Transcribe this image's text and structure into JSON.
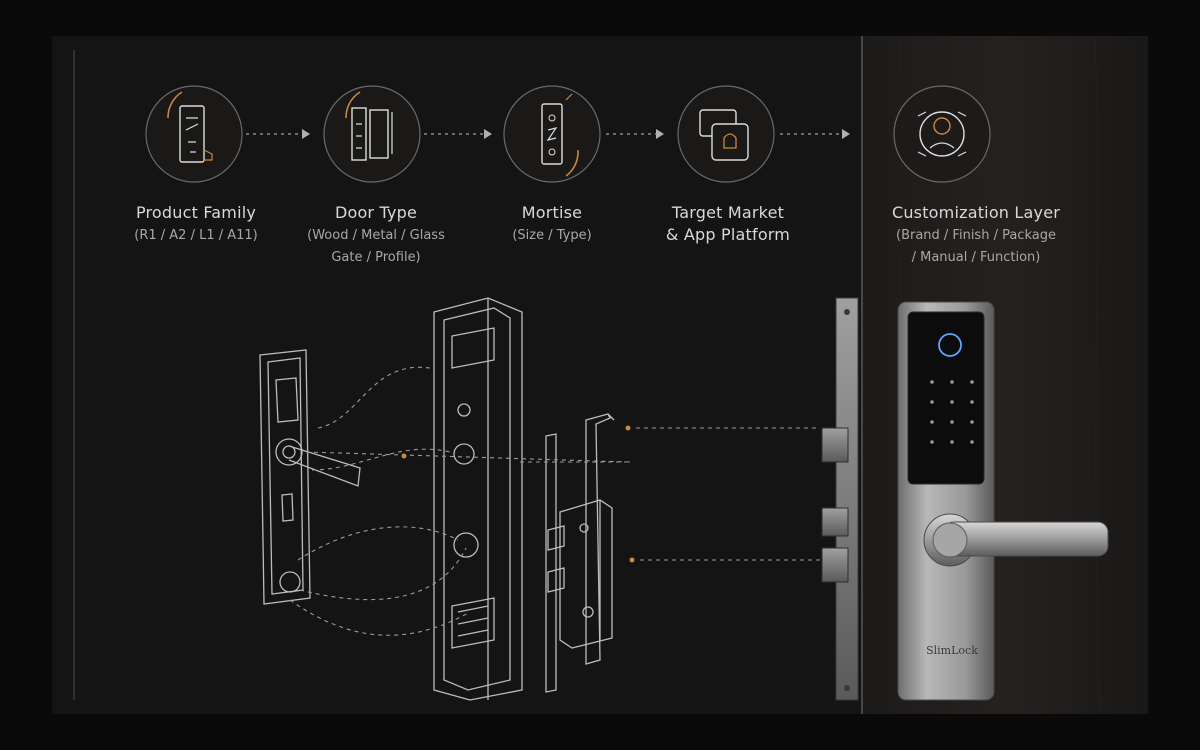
{
  "steps": [
    {
      "title": "Product Family",
      "sub": "(R1 / A2 / L1 / A11)",
      "sub2": "",
      "icon": "product-family-icon"
    },
    {
      "title": "Door Type",
      "sub": "(Wood / Metal / Glass",
      "sub2": "Gate / Profile)",
      "icon": "door-type-icon"
    },
    {
      "title": "Mortise",
      "sub": "(Size / Type)",
      "sub2": "",
      "icon": "mortise-icon"
    },
    {
      "title": "Target Market",
      "sub": "& App Platform",
      "sub2": "",
      "icon": "target-market-icon"
    },
    {
      "title": "Customization Layer",
      "sub": "(Brand / Finish / Package",
      "sub2": "/ Manual / Function)",
      "icon": "customization-icon"
    }
  ],
  "lock": {
    "brand": "SlimLock"
  },
  "colors": {
    "background": "#141414",
    "door": "#1c1a19",
    "line": "#bfbfbf",
    "accent": "#c9873f",
    "metal": "#8f8f8f"
  }
}
